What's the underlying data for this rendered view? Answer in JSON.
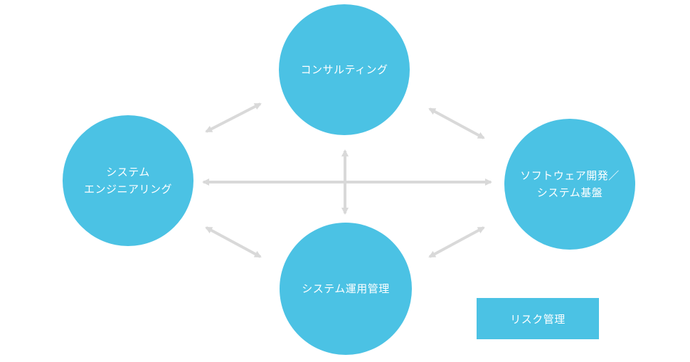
{
  "colors": {
    "node": "#4BC2E4",
    "arrow": "#D9D9D9"
  },
  "nodes": {
    "consulting": {
      "lines": [
        "コンサルティング"
      ]
    },
    "system_engineering": {
      "lines": [
        "システム",
        "エンジニアリング"
      ]
    },
    "software": {
      "lines": [
        "ソフトウェア開発／",
        "システム基盤"
      ]
    },
    "operations": {
      "lines": [
        "システム運用管理"
      ]
    }
  },
  "risk_box": {
    "label": "リスク管理"
  }
}
